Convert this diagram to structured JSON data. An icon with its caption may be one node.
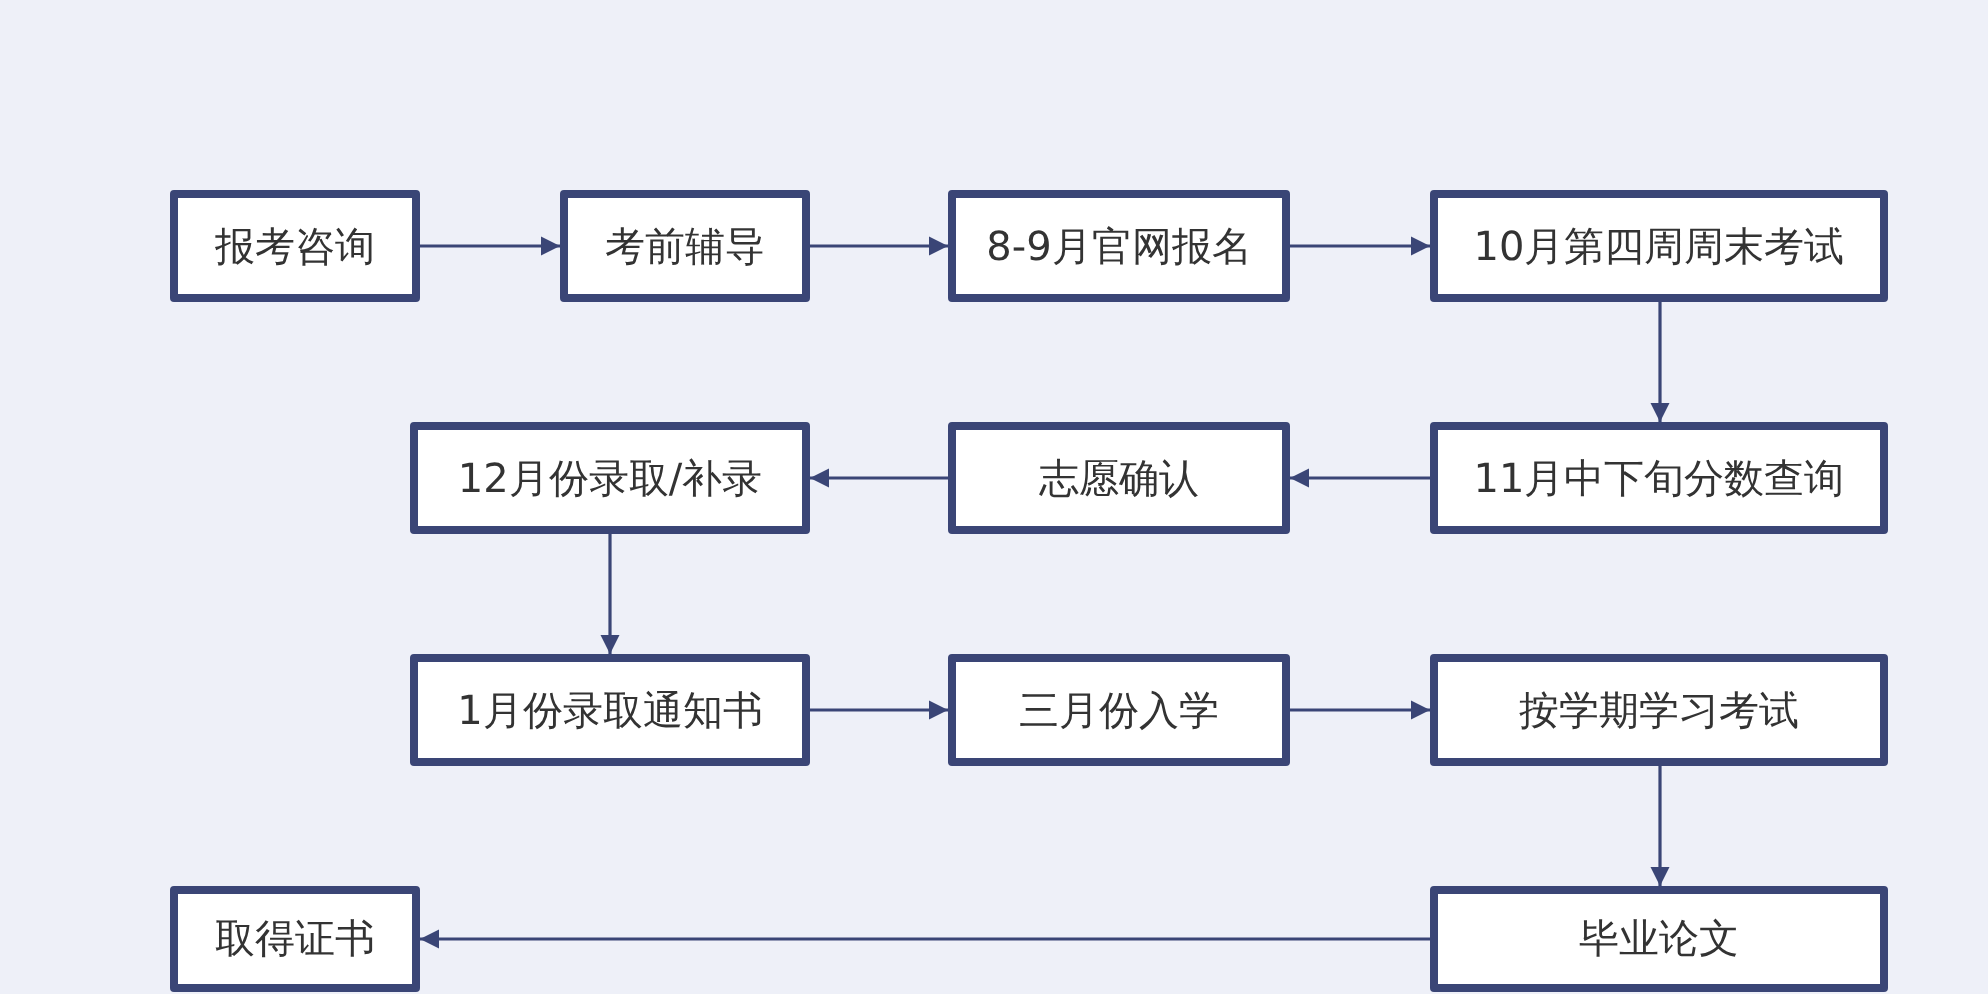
{
  "diagram": {
    "nodes": [
      {
        "text": [
          "报考咨询"
        ]
      },
      {
        "text": [
          "考前辅导"
        ]
      },
      {
        "text": [
          "8-9月官网报名"
        ]
      },
      {
        "text": [
          "10月第四周周末考试"
        ]
      },
      {
        "text": [
          "11月中下旬分数查询"
        ]
      },
      {
        "text": [
          "志愿确认"
        ]
      },
      {
        "text": [
          "12月份录取/补录"
        ]
      },
      {
        "text": [
          "1月份录取通知书"
        ]
      },
      {
        "text": [
          "三月份入学"
        ]
      },
      {
        "text": [
          "按学期学习考试"
        ]
      },
      {
        "text": [
          "毕业论文"
        ]
      },
      {
        "text": [
          "取得证书"
        ]
      }
    ],
    "edges": [
      {
        "from": 0,
        "to": 1,
        "arrow": "to"
      },
      {
        "from": 1,
        "to": 2,
        "arrow": "to"
      },
      {
        "from": 2,
        "to": 3,
        "arrow": "to"
      },
      {
        "from": 3,
        "to": 4,
        "arrow": "to"
      },
      {
        "from": 4,
        "to": 5,
        "arrow": "to"
      },
      {
        "from": 5,
        "to": 6,
        "arrow": "to"
      },
      {
        "from": 6,
        "to": 7,
        "arrow": "to"
      },
      {
        "from": 7,
        "to": 8,
        "arrow": "to"
      },
      {
        "from": 8,
        "to": 9,
        "arrow": "to"
      },
      {
        "from": 9,
        "to": 10,
        "arrow": "to"
      },
      {
        "from": 10,
        "to": 11,
        "arrow": "to"
      }
    ]
  }
}
